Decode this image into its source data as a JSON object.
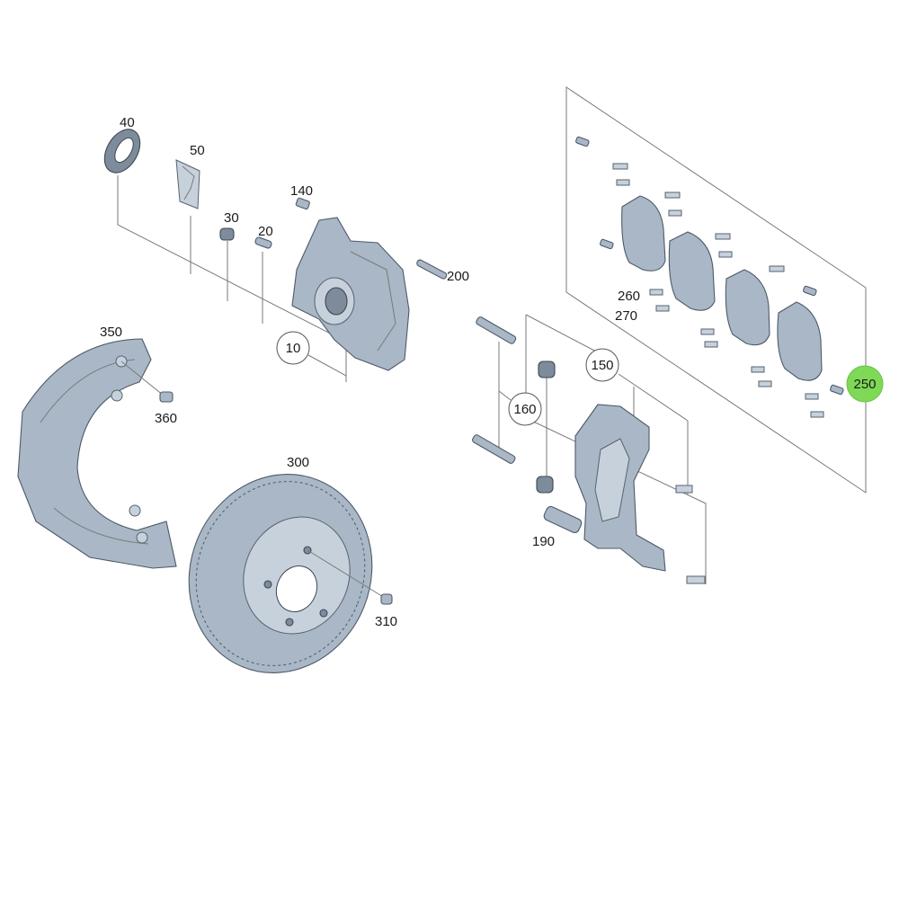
{
  "labels": {
    "p10": "10",
    "p20": "20",
    "p30": "30",
    "p40": "40",
    "p50": "50",
    "p140": "140",
    "p150": "150",
    "p160": "160",
    "p190": "190",
    "p200": "200",
    "p250": "250",
    "p260": "260",
    "p270": "270",
    "p300": "300",
    "p310": "310",
    "p350": "350",
    "p360": "360"
  },
  "colors": {
    "highlight": "#7ed957",
    "part_fill": "#aab7c6",
    "part_stroke": "#4c5a68",
    "leader": "#7a7a7a"
  }
}
